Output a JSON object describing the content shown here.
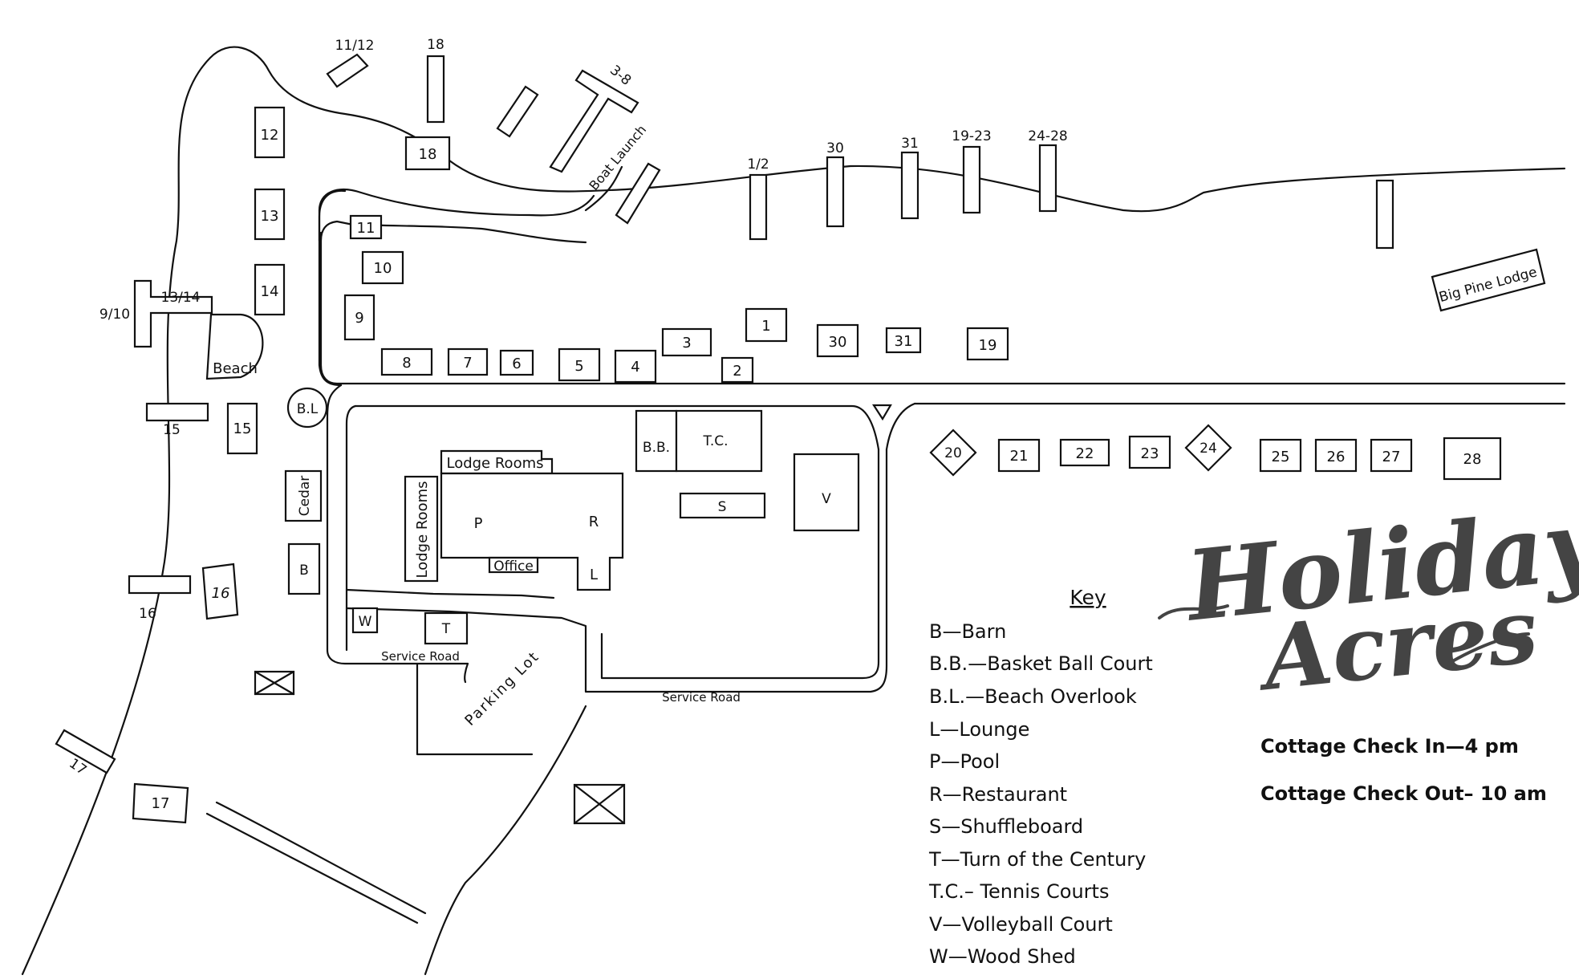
{
  "colors": {
    "ink": "#111111",
    "brand": "#444444",
    "background": "#ffffff"
  },
  "brand": {
    "line1": "Holiday",
    "line2": "Acres"
  },
  "check_info": {
    "check_in": "Cottage Check In—4 pm",
    "check_out": "Cottage Check Out– 10 am"
  },
  "key": {
    "title": "Key",
    "items": [
      "B—Barn",
      "B.B.—Basket Ball Court",
      "B.L.—Beach Overlook",
      "L—Lounge",
      "P—Pool",
      "R—Restaurant",
      "S—Shuffleboard",
      "T—Turn of the Century",
      "T.C.– Tennis Courts",
      "V—Volleyball Court",
      "W—Wood Shed"
    ]
  },
  "cottages": {
    "c1": "1",
    "c2": "2",
    "c3": "3",
    "c4": "4",
    "c5": "5",
    "c6": "6",
    "c7": "7",
    "c8": "8",
    "c9": "9",
    "c10": "10",
    "c11": "11",
    "c12": "12",
    "c13": "13",
    "c14": "14",
    "c15": "15",
    "c16": "16",
    "c17": "17",
    "c18": "18",
    "c19": "19",
    "c20": "20",
    "c21": "21",
    "c22": "22",
    "c23": "23",
    "c24": "24",
    "c25": "25",
    "c26": "26",
    "c27": "27",
    "c28": "28",
    "c30": "30",
    "c31": "31"
  },
  "docks": {
    "d11_12": "11/12",
    "d18": "18",
    "d3_8": "3-8",
    "d1_2": "1/2",
    "d30": "30",
    "d31": "31",
    "d19_23": "19-23",
    "d24_28": "24-28",
    "d9_10": "9/10",
    "d13_14": "13/14",
    "d15": "15",
    "d16": "16",
    "d17": "17"
  },
  "places": {
    "beach": "Beach",
    "beach_overlook": "B.L",
    "cedar": "Cedar",
    "barn": "B",
    "lodge_rooms_top": "Lodge Rooms",
    "lodge_rooms_side": "Lodge Rooms",
    "office": "Office",
    "pool": "P",
    "restaurant": "R",
    "lounge": "L",
    "basketball": "B.B.",
    "tennis": "T.C.",
    "shuffleboard": "S",
    "volleyball": "V",
    "wood_shed": "W",
    "turn_of_century": "T",
    "boat_launch": "Boat Launch",
    "big_pine_lodge": "Big Pine Lodge",
    "service_road_1": "Service Road",
    "service_road_2": "Service Road",
    "parking_lot": "Parking Lot"
  }
}
